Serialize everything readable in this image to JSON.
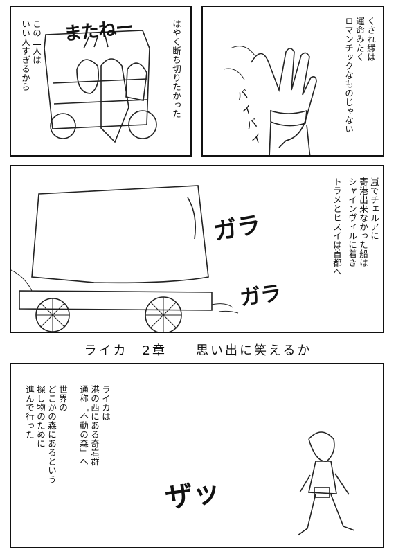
{
  "panel1": {
    "shout": "またねー",
    "narration_right": "はやく断ち切りたかった",
    "narration_left": [
      "この二人は",
      "いい人すぎるから"
    ]
  },
  "panel2": {
    "narration": [
      "くされ縁は",
      "運命みたく",
      "ロマンチックなものじゃない"
    ],
    "sfx": "バイバイ"
  },
  "panel3": {
    "narration": [
      "嵐でチェルアに",
      "寄港出来なかった船は",
      "シャインヴィルに着き",
      "トラメとヒスイは首都へ"
    ],
    "sfx1": "ガラ",
    "sfx2": "ガラ"
  },
  "chapter_title": "ライカ　2章　　思い出に笑えるか",
  "panel4": {
    "narration_right": [
      "ライカは",
      "港の西にある奇岩群",
      "通称「不動の森」へ"
    ],
    "narration_left": [
      "世界の",
      "どこかの森にあるという",
      "探し物のために",
      "進んで行った"
    ],
    "sfx": "ザッ"
  }
}
